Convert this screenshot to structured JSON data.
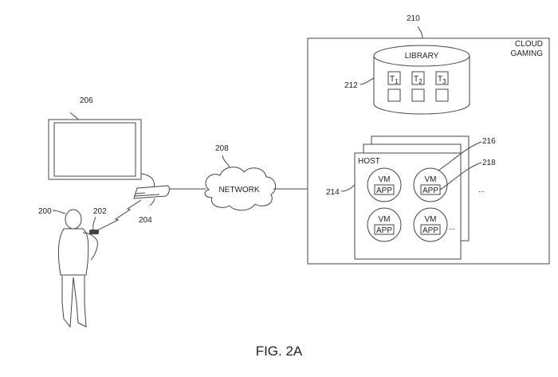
{
  "figure": {
    "caption": "FIG. 2A",
    "refs": {
      "user": "200",
      "controller": "202",
      "console": "204",
      "display": "206",
      "network": "208",
      "cloud_system": "210",
      "library": "212",
      "host": "214",
      "vm": "216",
      "app": "218"
    },
    "cloud_label_line1": "CLOUD",
    "cloud_label_line2": "GAMING",
    "library_label": "LIBRARY",
    "titles": [
      {
        "letter": "T",
        "sub": "1"
      },
      {
        "letter": "T",
        "sub": "2"
      },
      {
        "letter": "T",
        "sub": "3"
      }
    ],
    "network_label": "NETWORK",
    "host_label": "HOST",
    "vms": [
      {
        "vm": "VM",
        "app": "APP"
      },
      {
        "vm": "VM",
        "app": "APP"
      },
      {
        "vm": "VM",
        "app": "APP"
      },
      {
        "vm": "VM",
        "app": "APP"
      }
    ],
    "ellipsis": "..."
  }
}
